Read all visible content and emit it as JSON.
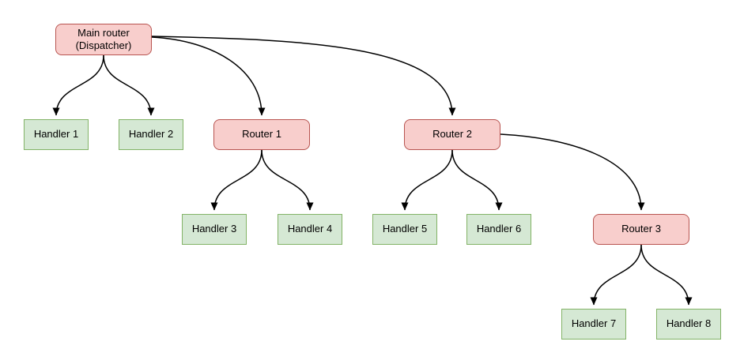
{
  "diagram": {
    "styles": {
      "background": "#ffffff",
      "router_fill": "#f8cecc",
      "router_border": "#b85450",
      "handler_fill": "#d5e8d4",
      "handler_border": "#82b366",
      "edge_color": "#000000",
      "text_color": "#000000"
    },
    "nodes": {
      "main_router": {
        "label": "Main router\n(Dispatcher)",
        "type": "router"
      },
      "handler1": {
        "label": "Handler 1",
        "type": "handler"
      },
      "handler2": {
        "label": "Handler 2",
        "type": "handler"
      },
      "router1": {
        "label": "Router 1",
        "type": "router"
      },
      "router2": {
        "label": "Router 2",
        "type": "router"
      },
      "handler3": {
        "label": "Handler 3",
        "type": "handler"
      },
      "handler4": {
        "label": "Handler 4",
        "type": "handler"
      },
      "handler5": {
        "label": "Handler 5",
        "type": "handler"
      },
      "handler6": {
        "label": "Handler 6",
        "type": "handler"
      },
      "router3": {
        "label": "Router 3",
        "type": "router"
      },
      "handler7": {
        "label": "Handler 7",
        "type": "handler"
      },
      "handler8": {
        "label": "Handler 8",
        "type": "handler"
      }
    },
    "edges": [
      {
        "from": "Main router (Dispatcher)",
        "to": "Handler 1"
      },
      {
        "from": "Main router (Dispatcher)",
        "to": "Handler 2"
      },
      {
        "from": "Main router (Dispatcher)",
        "to": "Router 1"
      },
      {
        "from": "Main router (Dispatcher)",
        "to": "Router 2"
      },
      {
        "from": "Router 1",
        "to": "Handler 3"
      },
      {
        "from": "Router 1",
        "to": "Handler 4"
      },
      {
        "from": "Router 2",
        "to": "Handler 5"
      },
      {
        "from": "Router 2",
        "to": "Handler 6"
      },
      {
        "from": "Router 2",
        "to": "Router 3"
      },
      {
        "from": "Router 3",
        "to": "Handler 7"
      },
      {
        "from": "Router 3",
        "to": "Handler 8"
      }
    ]
  }
}
